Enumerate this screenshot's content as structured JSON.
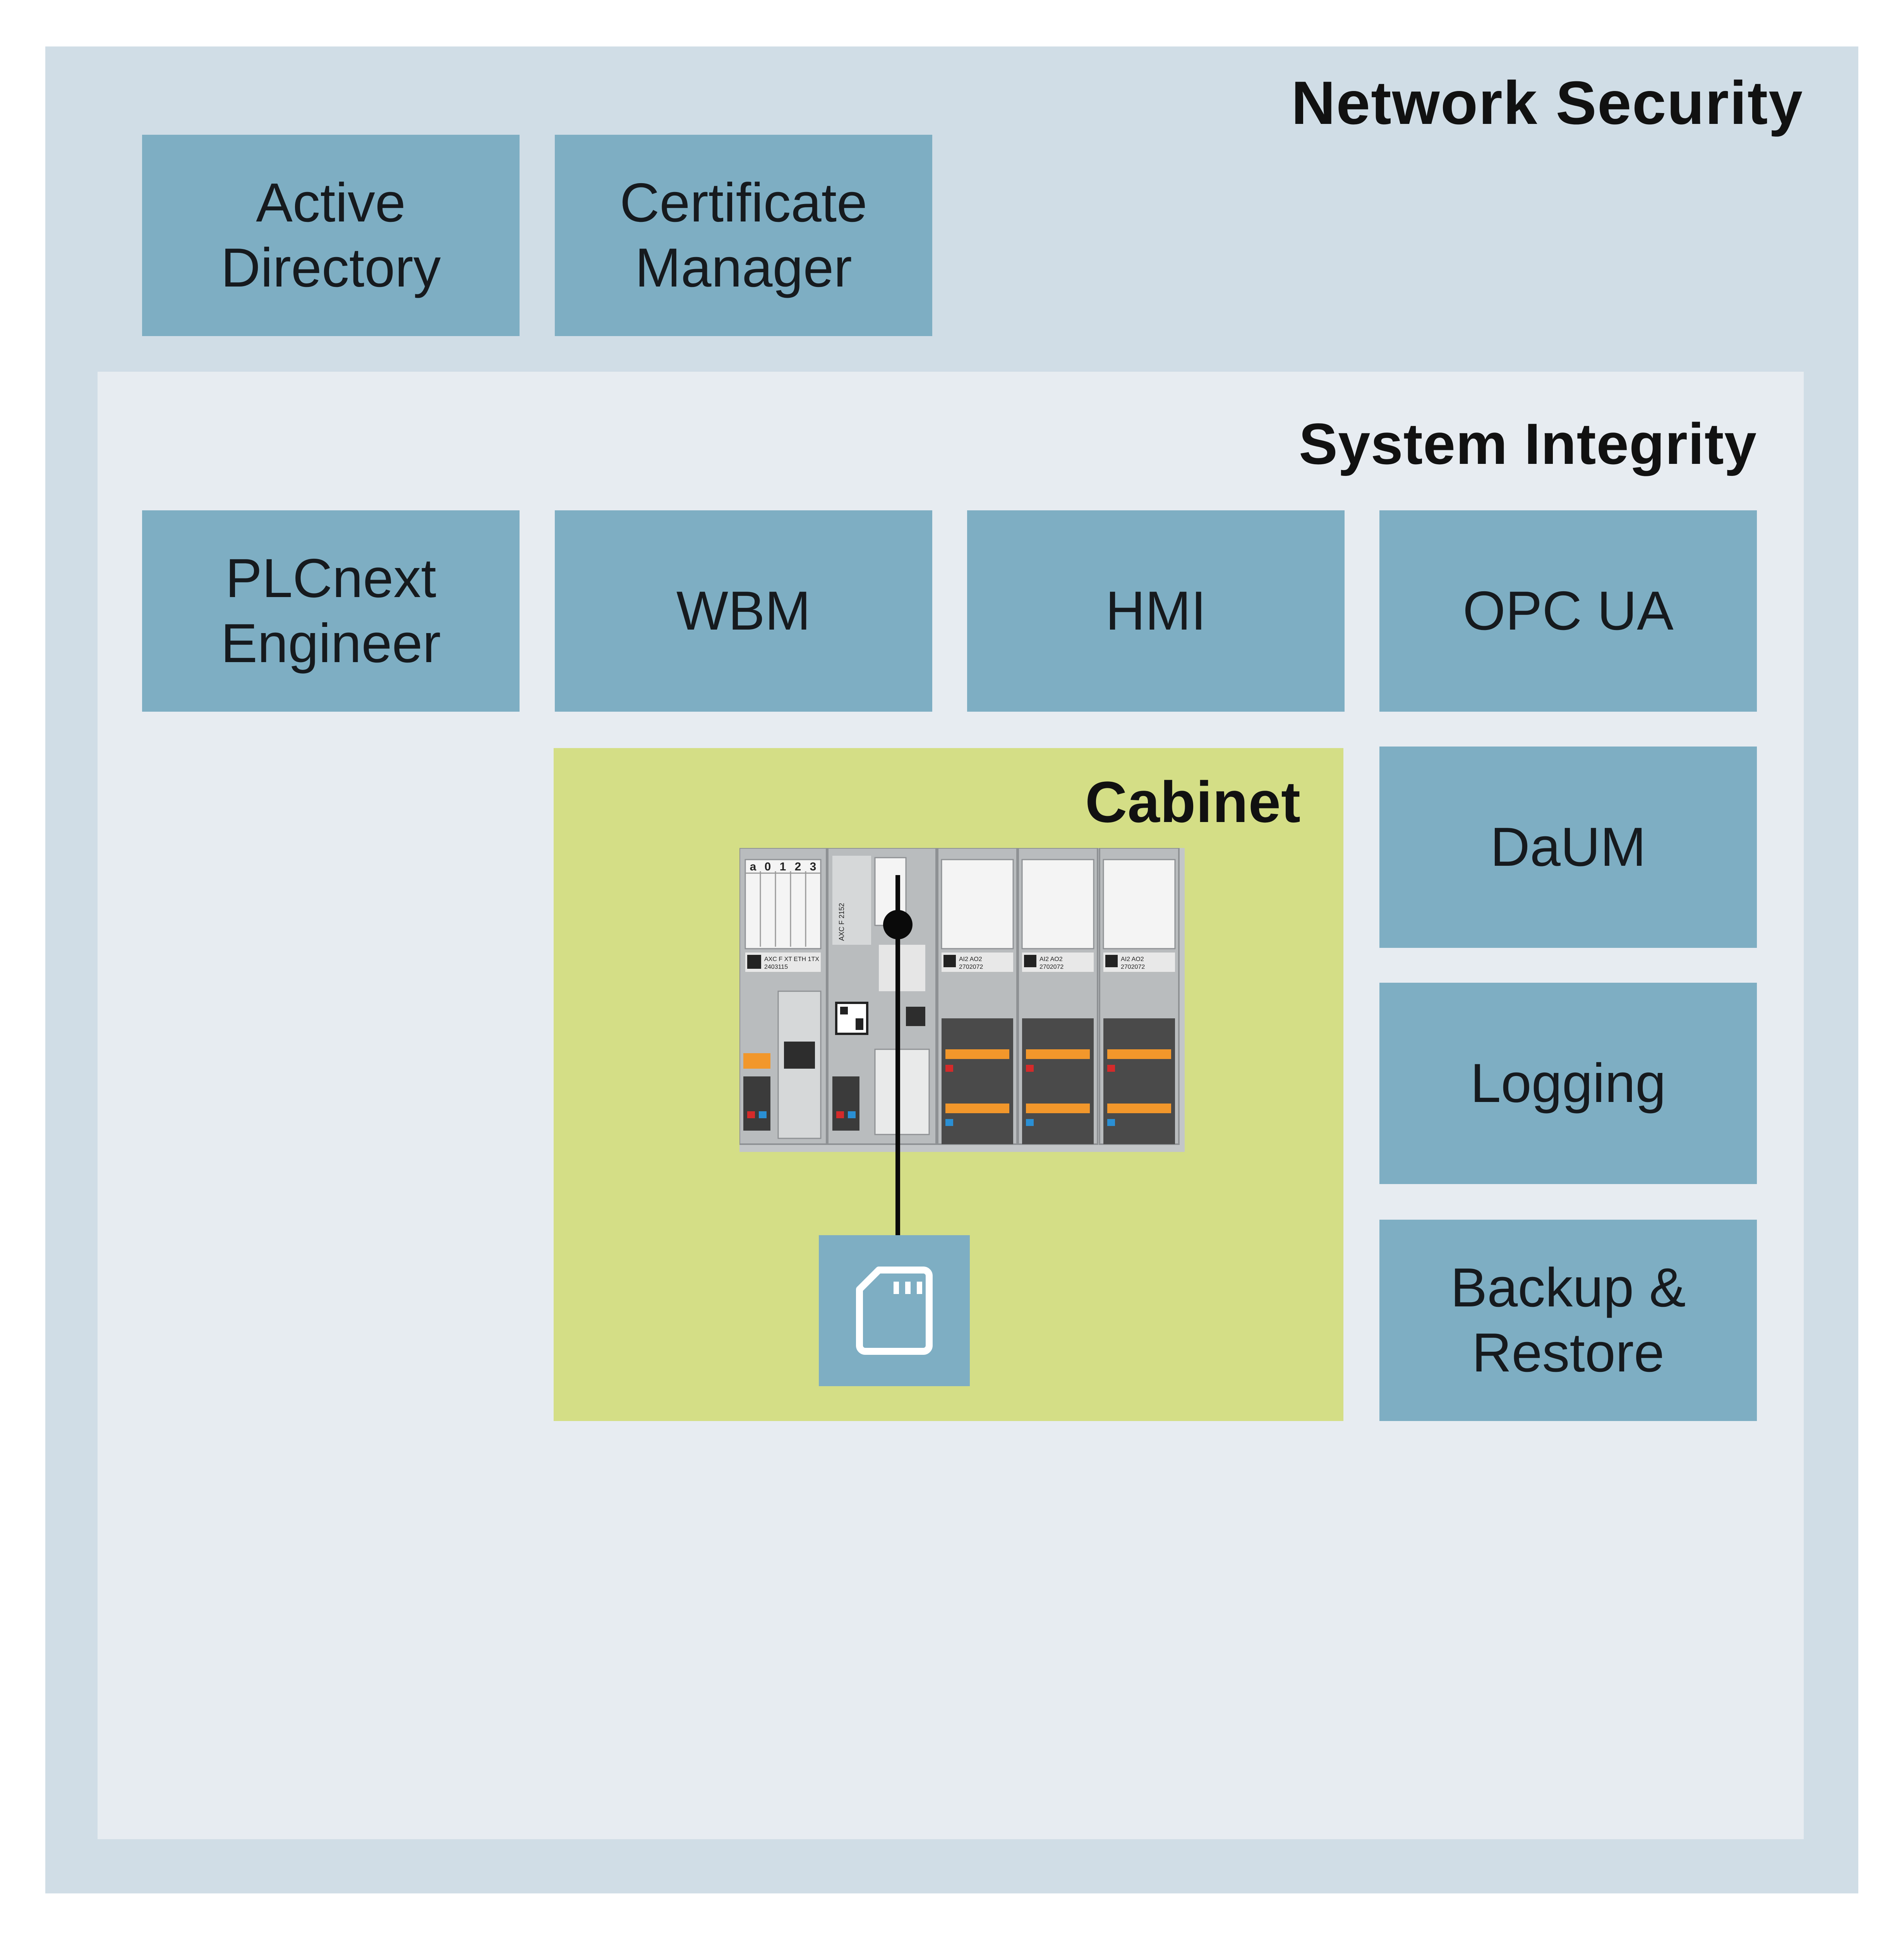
{
  "network_security": {
    "title": "Network Security",
    "boxes": [
      "Active\nDirectory",
      "Certificate\nManager"
    ]
  },
  "system_integrity": {
    "title": "System Integrity",
    "boxes": [
      "PLCnext\nEngineer",
      "WBM",
      "HMI",
      "OPC UA",
      "DaUM",
      "Logging",
      "Backup &\nRestore"
    ]
  },
  "cabinet": {
    "title": "Cabinet",
    "device_icon": "plc-controller-with-io-modules",
    "storage_icon": "sd-card-icon",
    "module_labels": {
      "slot_header": [
        "a",
        "0",
        "1",
        "2",
        "3"
      ],
      "module_1": "AXC F XT ETH 1TX",
      "module_1_code": "2403115",
      "module_2": "AXC F 2152",
      "module_io": "AI2 AO2",
      "module_io_code": "2702072"
    }
  },
  "colors": {
    "outer_background": "#d0dde6",
    "inner_background": "#e7ecf1",
    "box_fill": "#7eaec3",
    "cabinet_fill": "#d4de86",
    "text": "#111111"
  }
}
